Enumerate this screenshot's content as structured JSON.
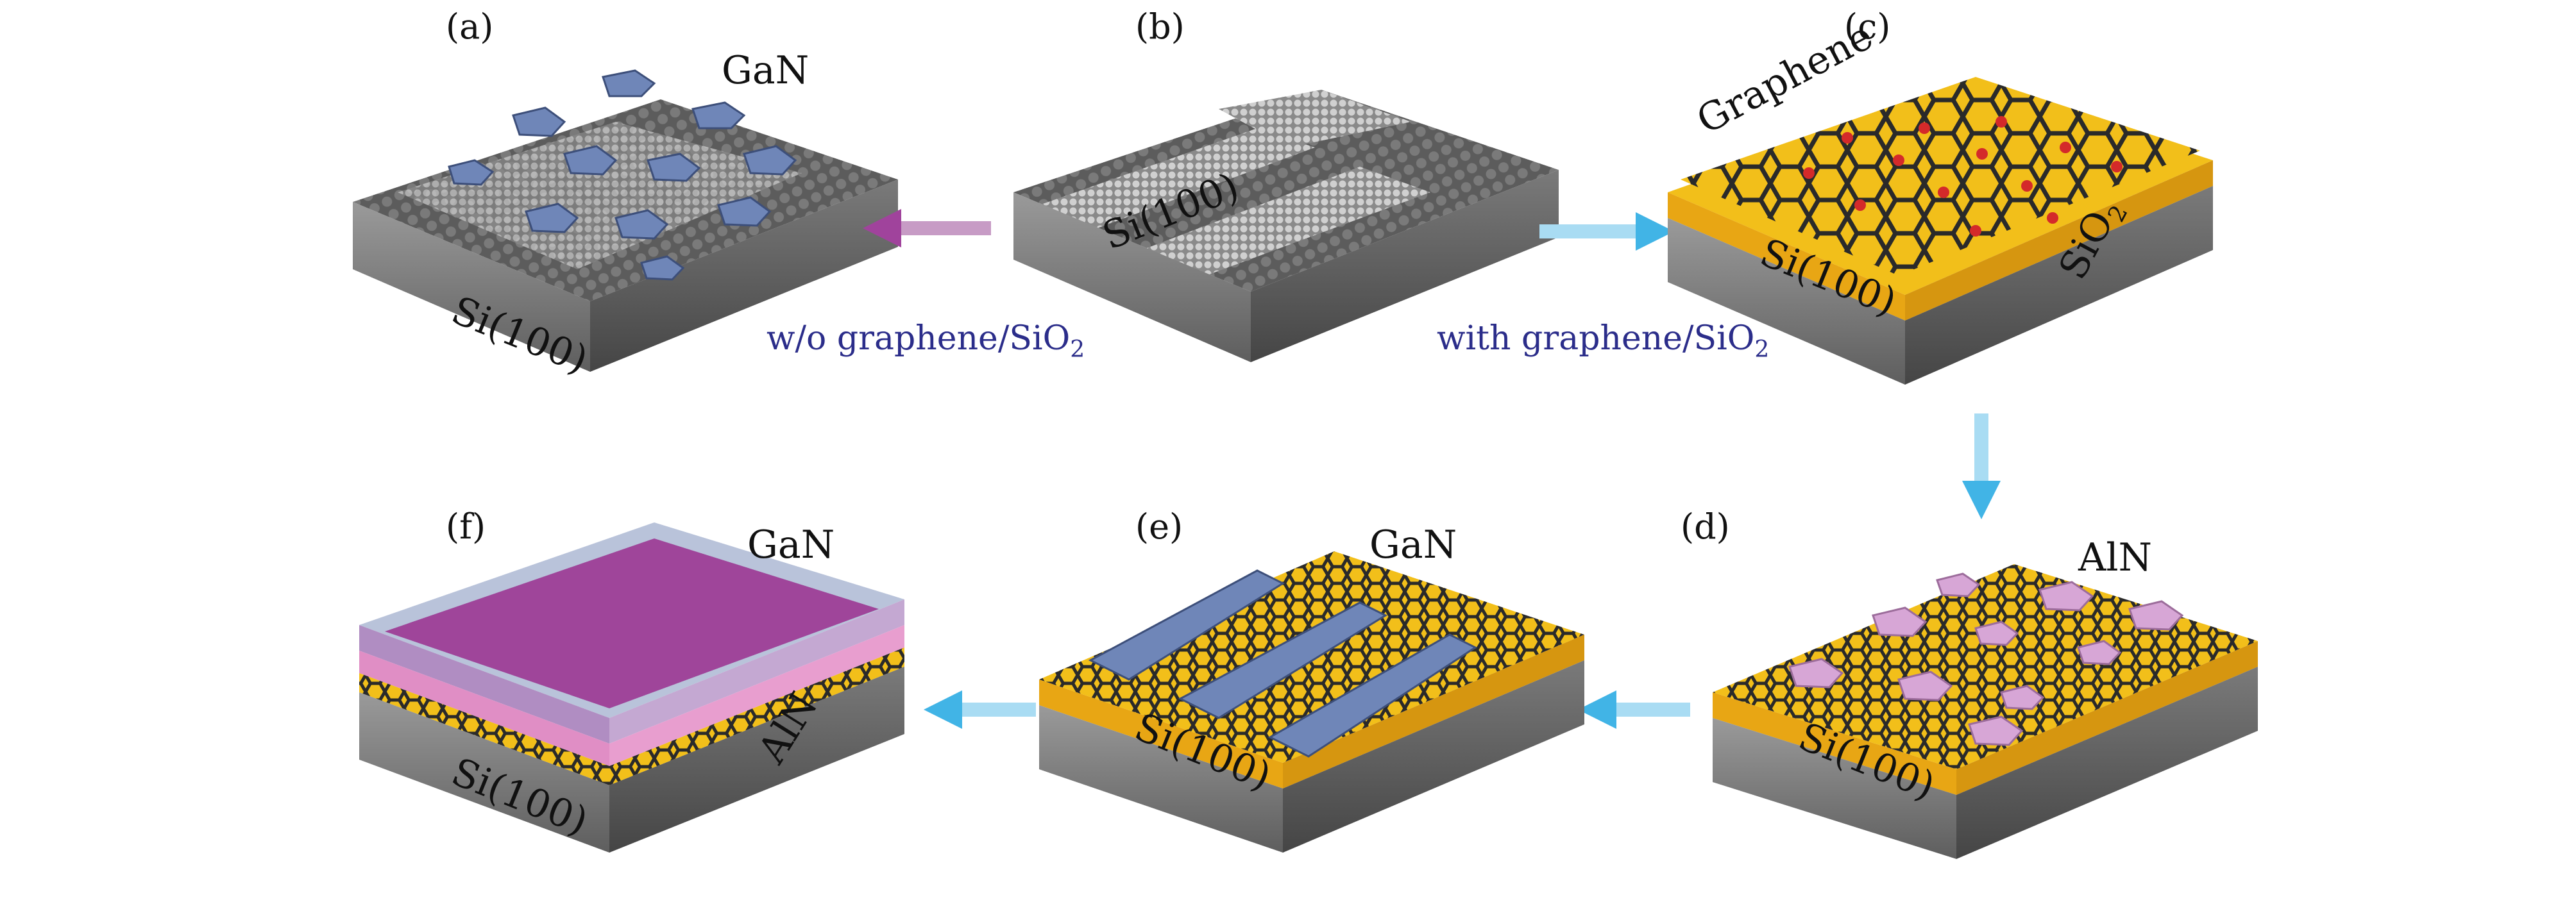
{
  "panels": {
    "a": {
      "letter": "(a)",
      "top_label": "GaN",
      "substrate": "Si(100)"
    },
    "b": {
      "letter": "(b)",
      "substrate": "Si(100)"
    },
    "c": {
      "letter": "(c)",
      "top_label": "Graphene",
      "side_label": "SiO",
      "side_label_sub": "2",
      "substrate": "Si(100)"
    },
    "d": {
      "letter": "(d)",
      "top_label": "AlN",
      "substrate": "Si(100)"
    },
    "e": {
      "letter": "(e)",
      "top_label": "GaN",
      "substrate": "Si(100)"
    },
    "f": {
      "letter": "(f)",
      "top_label": "GaN",
      "mid_label": "AlN",
      "substrate": "Si(100)"
    }
  },
  "captions": {
    "left": {
      "text": "w/o graphene/SiO",
      "sub": "2"
    },
    "right": {
      "text": "with graphene/SiO",
      "sub": "2"
    }
  },
  "colors": {
    "arrow_left": "#a0439c",
    "arrow_blue": "#41b4e6",
    "caption": "#2b2d8a",
    "gold": "#f2bf1a",
    "gan_blue": "#6f86b8",
    "aln_pink": "#d7a6d6",
    "magenta": "#9a2f8e"
  }
}
